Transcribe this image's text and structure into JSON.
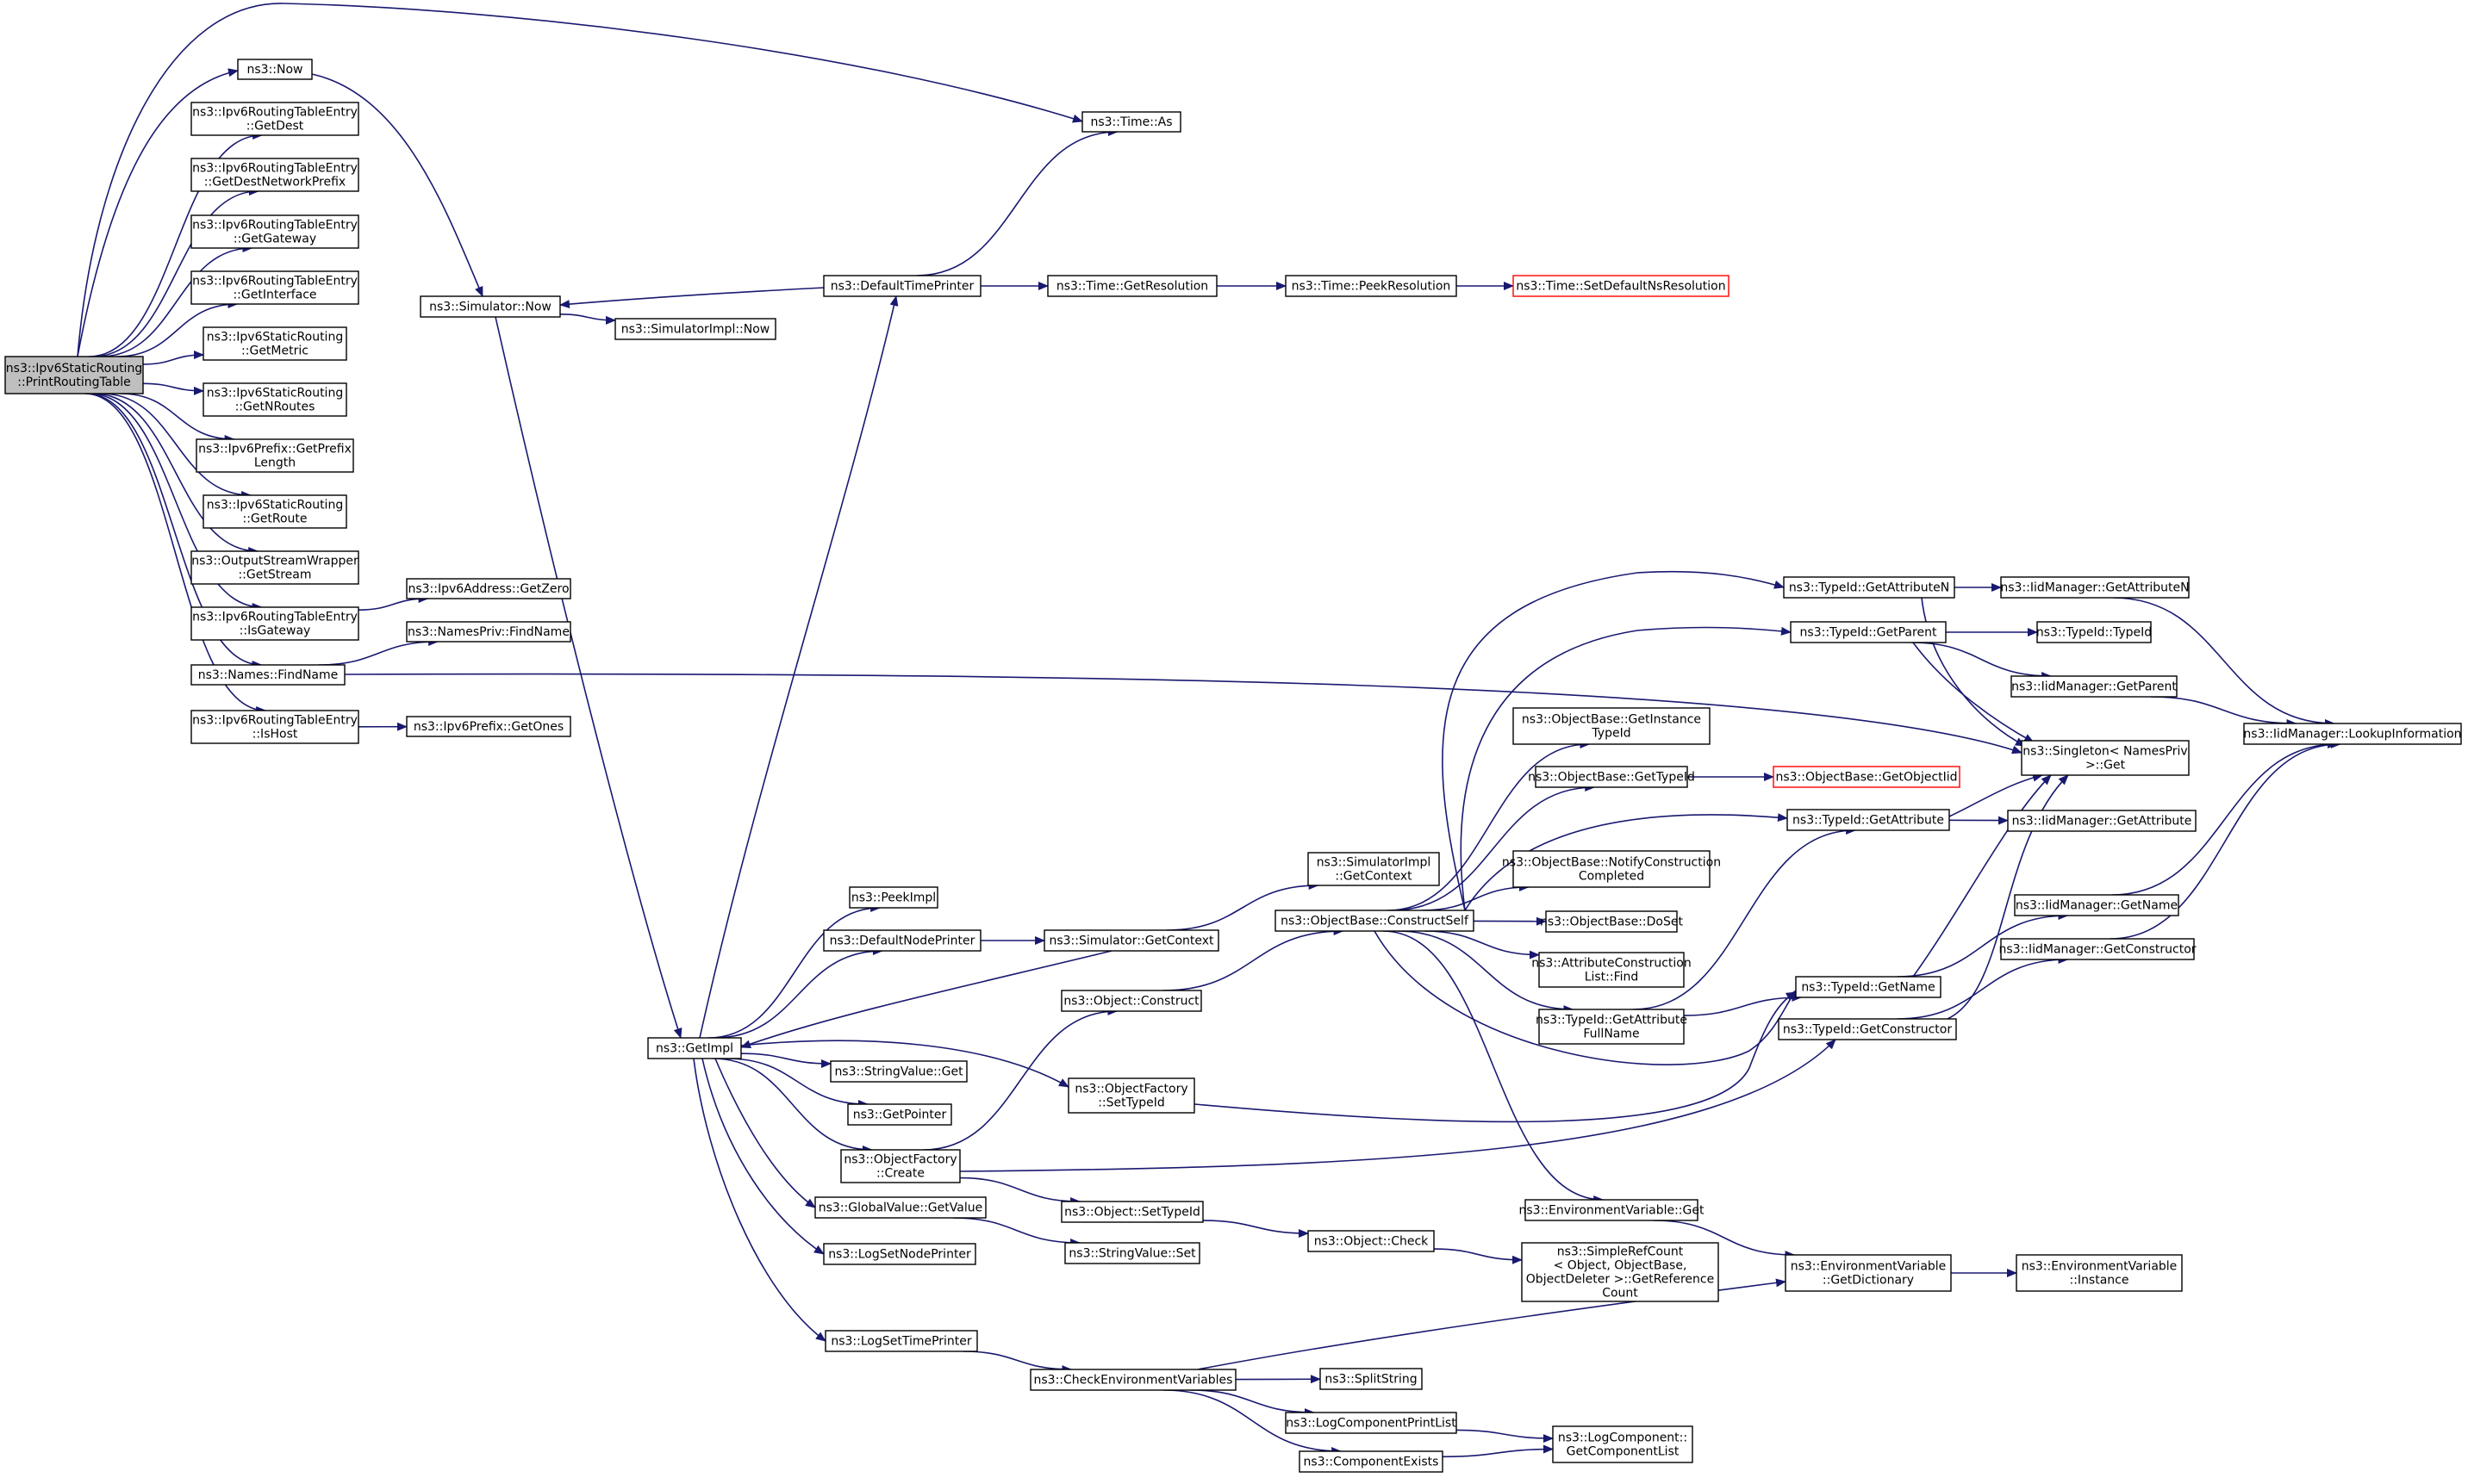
{
  "graph": {
    "nodes": [
      {
        "id": "root",
        "lines": [
          "ns3::Ipv6StaticRouting",
          "::PrintRoutingTable"
        ],
        "root": true
      },
      {
        "id": "now",
        "lines": [
          "ns3::Now"
        ]
      },
      {
        "id": "getdest",
        "lines": [
          "ns3::Ipv6RoutingTableEntry",
          "::GetDest"
        ]
      },
      {
        "id": "getdestnet",
        "lines": [
          "ns3::Ipv6RoutingTableEntry",
          "::GetDestNetworkPrefix"
        ]
      },
      {
        "id": "getgateway",
        "lines": [
          "ns3::Ipv6RoutingTableEntry",
          "::GetGateway"
        ]
      },
      {
        "id": "getinterface",
        "lines": [
          "ns3::Ipv6RoutingTableEntry",
          "::GetInterface"
        ]
      },
      {
        "id": "getmetric",
        "lines": [
          "ns3::Ipv6StaticRouting",
          "::GetMetric"
        ]
      },
      {
        "id": "getnroutes",
        "lines": [
          "ns3::Ipv6StaticRouting",
          "::GetNRoutes"
        ]
      },
      {
        "id": "getprefixlen",
        "lines": [
          "ns3::Ipv6Prefix::GetPrefix",
          "Length"
        ]
      },
      {
        "id": "getroute",
        "lines": [
          "ns3::Ipv6StaticRouting",
          "::GetRoute"
        ]
      },
      {
        "id": "getstream",
        "lines": [
          "ns3::OutputStreamWrapper",
          "::GetStream"
        ]
      },
      {
        "id": "isgateway",
        "lines": [
          "ns3::Ipv6RoutingTableEntry",
          "::IsGateway"
        ]
      },
      {
        "id": "findname",
        "lines": [
          "ns3::Names::FindName"
        ]
      },
      {
        "id": "ishost",
        "lines": [
          "ns3::Ipv6RoutingTableEntry",
          "::IsHost"
        ]
      },
      {
        "id": "getzero",
        "lines": [
          "ns3::Ipv6Address::GetZero"
        ]
      },
      {
        "id": "npfindname",
        "lines": [
          "ns3::NamesPriv::FindName"
        ]
      },
      {
        "id": "getones",
        "lines": [
          "ns3::Ipv6Prefix::GetOnes"
        ]
      },
      {
        "id": "simnow",
        "lines": [
          "ns3::Simulator::Now"
        ]
      },
      {
        "id": "simimplnow",
        "lines": [
          "ns3::SimulatorImpl::Now"
        ]
      },
      {
        "id": "timeas",
        "lines": [
          "ns3::Time::As"
        ]
      },
      {
        "id": "deftp",
        "lines": [
          "ns3::DefaultTimePrinter"
        ]
      },
      {
        "id": "getres",
        "lines": [
          "ns3::Time::GetResolution"
        ]
      },
      {
        "id": "peekres",
        "lines": [
          "ns3::Time::PeekResolution"
        ]
      },
      {
        "id": "setdefns",
        "lines": [
          "ns3::Time::SetDefaultNsResolution"
        ],
        "truncated": true
      },
      {
        "id": "getimpl",
        "lines": [
          "ns3::GetImpl"
        ]
      },
      {
        "id": "peekimpl",
        "lines": [
          "ns3::PeekImpl"
        ]
      },
      {
        "id": "defnp",
        "lines": [
          "ns3::DefaultNodePrinter"
        ]
      },
      {
        "id": "simgetctx",
        "lines": [
          "ns3::Simulator::GetContext"
        ]
      },
      {
        "id": "simimplctx",
        "lines": [
          "ns3::SimulatorImpl",
          "::GetContext"
        ]
      },
      {
        "id": "objconstruct",
        "lines": [
          "ns3::Object::Construct"
        ]
      },
      {
        "id": "strget",
        "lines": [
          "ns3::StringValue::Get"
        ]
      },
      {
        "id": "getpointer",
        "lines": [
          "ns3::GetPointer"
        ]
      },
      {
        "id": "ofsettypeid",
        "lines": [
          "ns3::ObjectFactory",
          "::SetTypeId"
        ]
      },
      {
        "id": "ofcreate",
        "lines": [
          "ns3::ObjectFactory",
          "::Create"
        ]
      },
      {
        "id": "gvget",
        "lines": [
          "ns3::GlobalValue::GetValue"
        ]
      },
      {
        "id": "logsetnp",
        "lines": [
          "ns3::LogSetNodePrinter"
        ]
      },
      {
        "id": "logsettp",
        "lines": [
          "ns3::LogSetTimePrinter"
        ]
      },
      {
        "id": "objsettypeid",
        "lines": [
          "ns3::Object::SetTypeId"
        ]
      },
      {
        "id": "strset",
        "lines": [
          "ns3::StringValue::Set"
        ]
      },
      {
        "id": "objcheck",
        "lines": [
          "ns3::Object::Check"
        ]
      },
      {
        "id": "checkenv",
        "lines": [
          "ns3::CheckEnvironmentVariables"
        ]
      },
      {
        "id": "splitstr",
        "lines": [
          "ns3::SplitString"
        ]
      },
      {
        "id": "logcpl",
        "lines": [
          "ns3::LogComponentPrintList"
        ]
      },
      {
        "id": "compexists",
        "lines": [
          "ns3::ComponentExists"
        ]
      },
      {
        "id": "logcgcl",
        "lines": [
          "ns3::LogComponent::",
          "GetComponentList"
        ]
      },
      {
        "id": "obcs",
        "lines": [
          "ns3::ObjectBase::ConstructSelf"
        ]
      },
      {
        "id": "obgitid",
        "lines": [
          "ns3::ObjectBase::GetInstance",
          "TypeId"
        ]
      },
      {
        "id": "obgtid",
        "lines": [
          "ns3::ObjectBase::GetTypeId"
        ]
      },
      {
        "id": "obgoiid",
        "lines": [
          "ns3::ObjectBase::GetObjectIid"
        ],
        "truncated": true
      },
      {
        "id": "obncc",
        "lines": [
          "ns3::ObjectBase::NotifyConstruction",
          "Completed"
        ]
      },
      {
        "id": "obdoset",
        "lines": [
          "ns3::ObjectBase::DoSet"
        ]
      },
      {
        "id": "acfind",
        "lines": [
          "ns3::AttributeConstruction",
          "List::Find"
        ]
      },
      {
        "id": "tidgafn",
        "lines": [
          "ns3::TypeId::GetAttribute",
          "FullName"
        ]
      },
      {
        "id": "envget",
        "lines": [
          "ns3::EnvironmentVariable::Get"
        ]
      },
      {
        "id": "simprefcount",
        "lines": [
          "ns3::SimpleRefCount",
          "< Object, ObjectBase,",
          "ObjectDeleter >::GetReference",
          "Count"
        ]
      },
      {
        "id": "tidgan",
        "lines": [
          "ns3::TypeId::GetAttributeN"
        ]
      },
      {
        "id": "tidgp",
        "lines": [
          "ns3::TypeId::GetParent"
        ]
      },
      {
        "id": "tidga",
        "lines": [
          "ns3::TypeId::GetAttribute"
        ]
      },
      {
        "id": "tidgn",
        "lines": [
          "ns3::TypeId::GetName"
        ]
      },
      {
        "id": "tidgc",
        "lines": [
          "ns3::TypeId::GetConstructor"
        ]
      },
      {
        "id": "envgd",
        "lines": [
          "ns3::EnvironmentVariable",
          "::GetDictionary"
        ]
      },
      {
        "id": "envinst",
        "lines": [
          "ns3::EnvironmentVariable",
          "::Instance"
        ]
      },
      {
        "id": "iidgan",
        "lines": [
          "ns3::IidManager::GetAttributeN"
        ]
      },
      {
        "id": "tidtid",
        "lines": [
          "ns3::TypeId::TypeId"
        ]
      },
      {
        "id": "iidgp",
        "lines": [
          "ns3::IidManager::GetParent"
        ]
      },
      {
        "id": "singleton",
        "lines": [
          "ns3::Singleton< NamesPriv",
          " >::Get"
        ]
      },
      {
        "id": "iidga",
        "lines": [
          "ns3::IidManager::GetAttribute"
        ]
      },
      {
        "id": "iidgn",
        "lines": [
          "ns3::IidManager::GetName"
        ]
      },
      {
        "id": "iidgc",
        "lines": [
          "ns3::IidManager::GetConstructor"
        ]
      },
      {
        "id": "iidlookup",
        "lines": [
          "ns3::IidManager::LookupInformation"
        ]
      }
    ],
    "edges": [
      [
        "root",
        "now"
      ],
      [
        "root",
        "getdest"
      ],
      [
        "root",
        "getdestnet"
      ],
      [
        "root",
        "getgateway"
      ],
      [
        "root",
        "getinterface"
      ],
      [
        "root",
        "getmetric"
      ],
      [
        "root",
        "getnroutes"
      ],
      [
        "root",
        "getprefixlen"
      ],
      [
        "root",
        "getroute"
      ],
      [
        "root",
        "getstream"
      ],
      [
        "root",
        "isgateway"
      ],
      [
        "root",
        "findname"
      ],
      [
        "root",
        "ishost"
      ],
      [
        "root",
        "timeas"
      ],
      [
        "now",
        "simnow"
      ],
      [
        "isgateway",
        "getzero"
      ],
      [
        "findname",
        "npfindname"
      ],
      [
        "findname",
        "singleton"
      ],
      [
        "ishost",
        "getones"
      ],
      [
        "simnow",
        "simimplnow"
      ],
      [
        "simnow",
        "getimpl"
      ],
      [
        "deftp",
        "simnow"
      ],
      [
        "deftp",
        "timeas"
      ],
      [
        "deftp",
        "getres"
      ],
      [
        "getres",
        "peekres"
      ],
      [
        "peekres",
        "setdefns"
      ],
      [
        "getimpl",
        "deftp"
      ],
      [
        "getimpl",
        "peekimpl"
      ],
      [
        "getimpl",
        "defnp"
      ],
      [
        "getimpl",
        "strget"
      ],
      [
        "getimpl",
        "getpointer"
      ],
      [
        "getimpl",
        "ofsettypeid"
      ],
      [
        "getimpl",
        "ofcreate"
      ],
      [
        "getimpl",
        "gvget"
      ],
      [
        "getimpl",
        "logsetnp"
      ],
      [
        "getimpl",
        "logsettp"
      ],
      [
        "defnp",
        "simgetctx"
      ],
      [
        "simgetctx",
        "getimpl"
      ],
      [
        "simgetctx",
        "simimplctx"
      ],
      [
        "ofcreate",
        "objconstruct"
      ],
      [
        "ofcreate",
        "objsettypeid"
      ],
      [
        "ofcreate",
        "tidgc"
      ],
      [
        "objconstruct",
        "obcs"
      ],
      [
        "ofsettypeid",
        "tidgn"
      ],
      [
        "gvget",
        "strset"
      ],
      [
        "objsettypeid",
        "objcheck"
      ],
      [
        "objcheck",
        "simprefcount"
      ],
      [
        "logsettp",
        "checkenv"
      ],
      [
        "checkenv",
        "splitstr"
      ],
      [
        "checkenv",
        "logcpl"
      ],
      [
        "checkenv",
        "compexists"
      ],
      [
        "checkenv",
        "envgd"
      ],
      [
        "logcpl",
        "logcgcl"
      ],
      [
        "compexists",
        "logcgcl"
      ],
      [
        "obcs",
        "obgitid"
      ],
      [
        "obcs",
        "obgtid"
      ],
      [
        "obcs",
        "obncc"
      ],
      [
        "obcs",
        "obdoset"
      ],
      [
        "obcs",
        "acfind"
      ],
      [
        "obcs",
        "tidgafn"
      ],
      [
        "obcs",
        "envget"
      ],
      [
        "obcs",
        "tidgan"
      ],
      [
        "obcs",
        "tidgp"
      ],
      [
        "obcs",
        "tidga"
      ],
      [
        "obcs",
        "tidgn"
      ],
      [
        "obgtid",
        "obgoiid"
      ],
      [
        "tidgafn",
        "tidga"
      ],
      [
        "tidgafn",
        "tidgn"
      ],
      [
        "envget",
        "envgd"
      ],
      [
        "envgd",
        "envinst"
      ],
      [
        "tidgan",
        "iidgan"
      ],
      [
        "tidgan",
        "singleton"
      ],
      [
        "tidgp",
        "tidtid"
      ],
      [
        "tidgp",
        "iidgp"
      ],
      [
        "tidgp",
        "singleton"
      ],
      [
        "tidga",
        "iidga"
      ],
      [
        "tidga",
        "singleton"
      ],
      [
        "tidgn",
        "iidgn"
      ],
      [
        "tidgn",
        "singleton"
      ],
      [
        "tidgc",
        "iidgc"
      ],
      [
        "tidgc",
        "singleton"
      ],
      [
        "iidgan",
        "iidlookup"
      ],
      [
        "iidgp",
        "iidlookup"
      ],
      [
        "iidgn",
        "iidlookup"
      ],
      [
        "iidgc",
        "iidlookup"
      ]
    ]
  }
}
